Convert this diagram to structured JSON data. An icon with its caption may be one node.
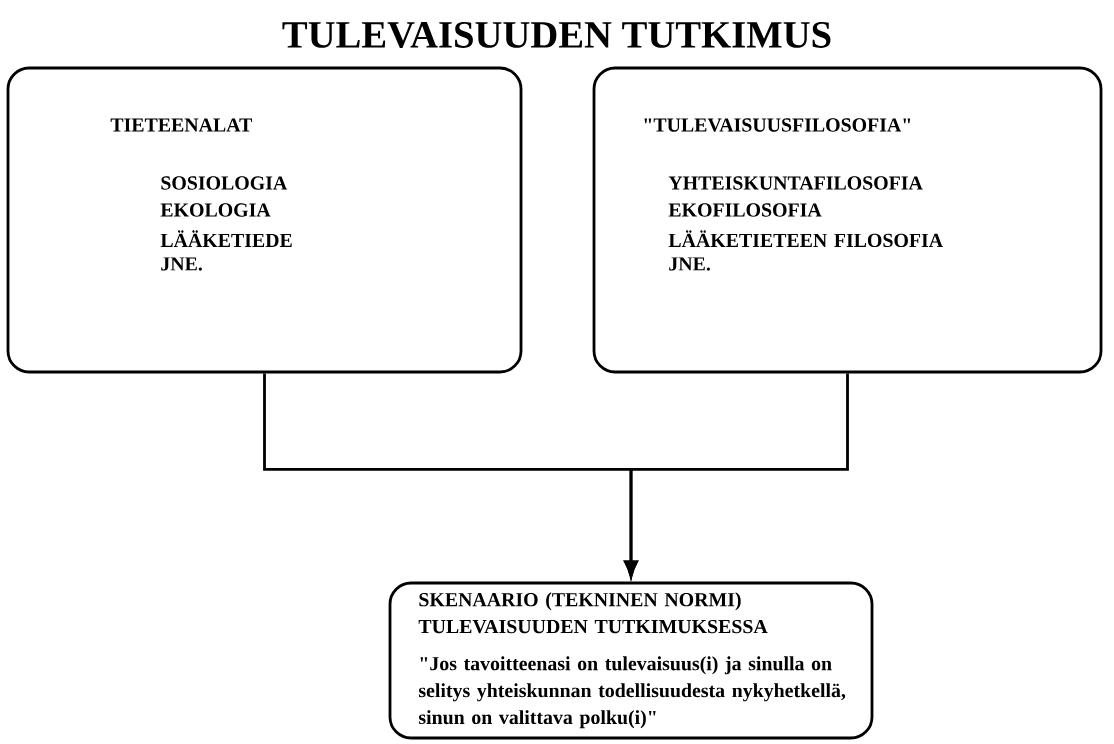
{
  "diagram": {
    "title": "TULEVAISUUDEN TUTKIMUS",
    "nodes": [
      {
        "text": [
          "TIETEENALAT",
          "SOSIOLOGIA",
          "EKOLOGIA",
          "LÄÄKETIEDE",
          "JNE."
        ]
      },
      {
        "text": [
          "\"TULEVAISUUSFILOSOFIA\"",
          "YHTEISKUNTAFILOSOFIA",
          "EKOFILOSOFIA",
          "LÄÄKETIETEEN FILOSOFIA",
          "JNE."
        ]
      },
      {
        "text": [
          "SKENAARIO (TEKNINEN NORMI) TULEVAISUUDEN TUTKIMUKSESSA",
          "\"Jos tavoitteenasi on tulevaisuus(i) ja sinulla on selitys yhteiskunnan todellisuudesta nykyhetkellä, sinun on valittava polku(i)\""
        ]
      }
    ],
    "edges": [
      {
        "from": 0,
        "to": 2,
        "arrow": "to"
      },
      {
        "from": 1,
        "to": 2,
        "arrow": "to"
      }
    ]
  }
}
